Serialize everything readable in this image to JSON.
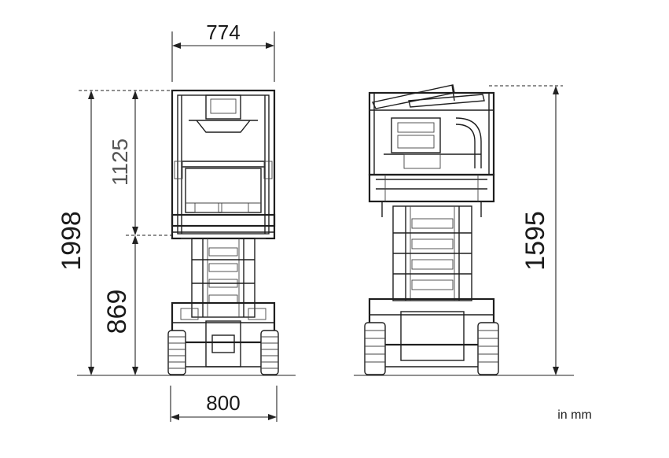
{
  "dimensions": {
    "platform_width": "774",
    "base_width": "800",
    "total_height": "1998",
    "guardrail_height": "1125",
    "platform_height": "869",
    "side_height": "1595"
  },
  "unit_label": "in mm",
  "icons": {
    "front_view": "scissor-lift-front-view-drawing",
    "side_view": "scissor-lift-side-view-drawing"
  }
}
